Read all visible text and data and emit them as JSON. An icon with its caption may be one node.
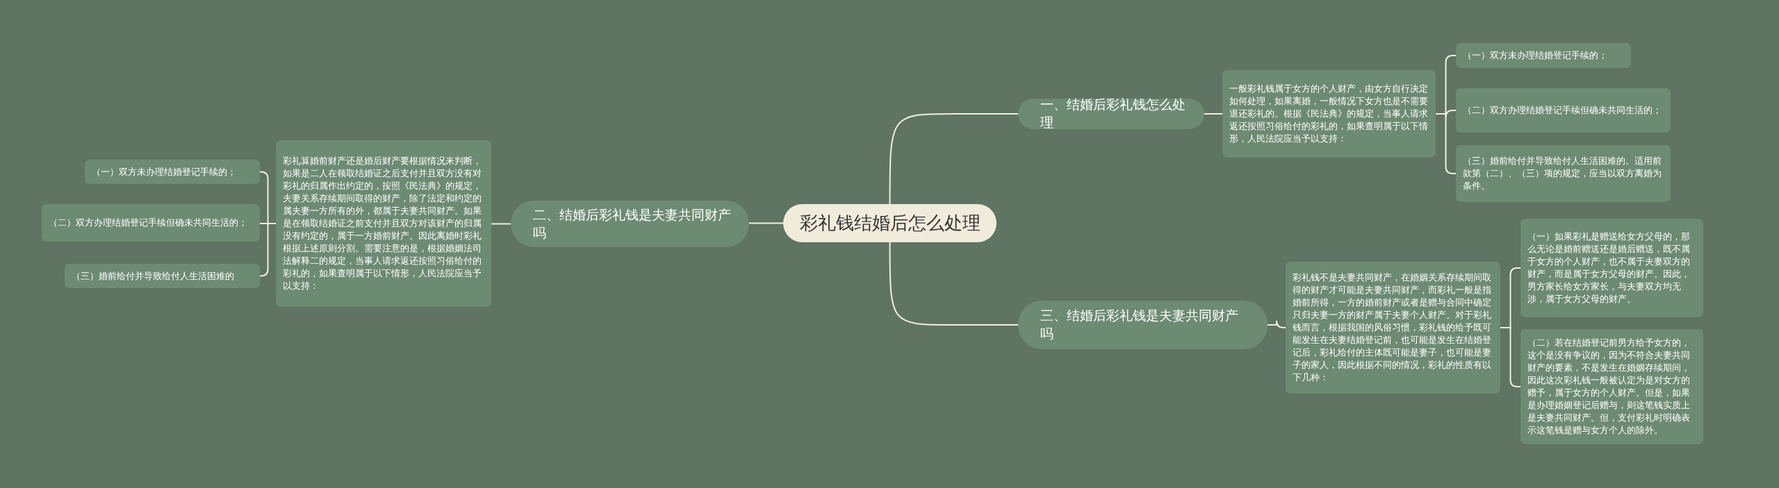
{
  "diagram": {
    "nodes": [
      {
        "text": [
          "彩礼钱结婚后怎么处理"
        ]
      },
      {
        "text": [
          "一、结婚后彩礼钱怎么处理"
        ]
      },
      {
        "text": [
          "一般彩礼钱属于女方的个人财产，由女方自行决定如何处理，如果离婚，一般情况下女方也是不需要退还彩礼的。根据《民法典》的规定，当事人请求返还按照习俗给付的彩礼的，如果查明属于以下情形，人民法院应当予以支持："
        ]
      },
      {
        "text": [
          "（一）双方未办理结婚登记手续的；"
        ]
      },
      {
        "text": [
          "（二）双方办理结婚登记手续但确未共同生活的；"
        ]
      },
      {
        "text": [
          "（三）婚前给付并导致给付人生活困难的。适用前款第（二）、（三）项的规定，应当以双方离婚为条件。"
        ]
      },
      {
        "text": [
          "二、结婚后彩礼钱是夫妻共同财产吗"
        ]
      },
      {
        "text": [
          "彩礼算婚前财产还是婚后财产要根据情况来判断，如果是二人在领取结婚证之后支付并且双方没有对彩礼的归属作出约定的，按照《民法典》的规定，夫妻关系存续期间取得的财产，除了法定和约定的属夫妻一方所有的外，都属于夫妻共同财产。如果是在领取结婚证之前支付并且双方对该财产的归属没有约定的，属于一方婚前财产。因此离婚时彩礼根据上述原则分割。需要注意的是，根据婚姻法司法解释二的规定，当事人请求返还按照习俗给付的彩礼的，如果查明属于以下情形，人民法院应当予以支持："
        ]
      },
      {
        "text": [
          "（一）双方未办理结婚登记手续的；"
        ]
      },
      {
        "text": [
          "（二）双方办理结婚登记手续但确未共同生活的；"
        ]
      },
      {
        "text": [
          "（三）婚前给付并导致给付人生活困难的"
        ]
      },
      {
        "text": [
          "三、结婚后彩礼钱是夫妻共同财产吗"
        ]
      },
      {
        "text": [
          "彩礼钱不是夫妻共同财产，在婚姻关系存续期间取得的财产才可能是夫妻共同财产，而彩礼一般是指婚前所得，一方的婚前财产或者是赠与合同中确定只归夫妻一方的财产属于夫妻个人财产。对于彩礼钱而言，根据我国的风俗习惯，彩礼钱的给予既可能发生在夫妻结婚登记前，也可能是发生在结婚登记后，彩礼给付的主体既可能是妻子，也可能是妻子的家人，因此根据不同的情况，彩礼的性质有以下几种："
        ]
      },
      {
        "text": [
          "（一）如果彩礼是赠送给女方父母的，那么无论是婚前赠送还是婚后赠送，既不属于女方的个人财产，也不属于夫妻双方的财产，而是属于女方父母的财产。因此，男方家长给女方家长，与夫妻双方均无涉，属于女方父母的财产。"
        ]
      },
      {
        "text": [
          "（二）若在结婚登记前男方给予女方的，这个是没有争议的，因为不符合夫妻共同财产的要素，不是发生在婚姻存续期间，因此这次彩礼钱一般被认定为是对女方的赠予，属于女方的个人财产。但是，如果是办理婚姻登记后赠与，则这笔钱实质上是夫妻共同财产。但，支付彩礼时明确表示这笔钱是赠与女方个人的除外。"
        ]
      }
    ],
    "edges": [
      {
        "from": 0,
        "to": 1,
        "arrow": "none"
      },
      {
        "from": 1,
        "to": 2,
        "arrow": "none"
      },
      {
        "from": 2,
        "to": 3,
        "arrow": "none"
      },
      {
        "from": 2,
        "to": 4,
        "arrow": "none"
      },
      {
        "from": 2,
        "to": 5,
        "arrow": "none"
      },
      {
        "from": 0,
        "to": 6,
        "arrow": "none"
      },
      {
        "from": 6,
        "to": 7,
        "arrow": "none"
      },
      {
        "from": 7,
        "to": 8,
        "arrow": "none"
      },
      {
        "from": 7,
        "to": 9,
        "arrow": "none"
      },
      {
        "from": 7,
        "to": 10,
        "arrow": "none"
      },
      {
        "from": 0,
        "to": 11,
        "arrow": "none"
      },
      {
        "from": 11,
        "to": 12,
        "arrow": "none"
      },
      {
        "from": 12,
        "to": 13,
        "arrow": "none"
      },
      {
        "from": 12,
        "to": 14,
        "arrow": "none"
      }
    ]
  }
}
